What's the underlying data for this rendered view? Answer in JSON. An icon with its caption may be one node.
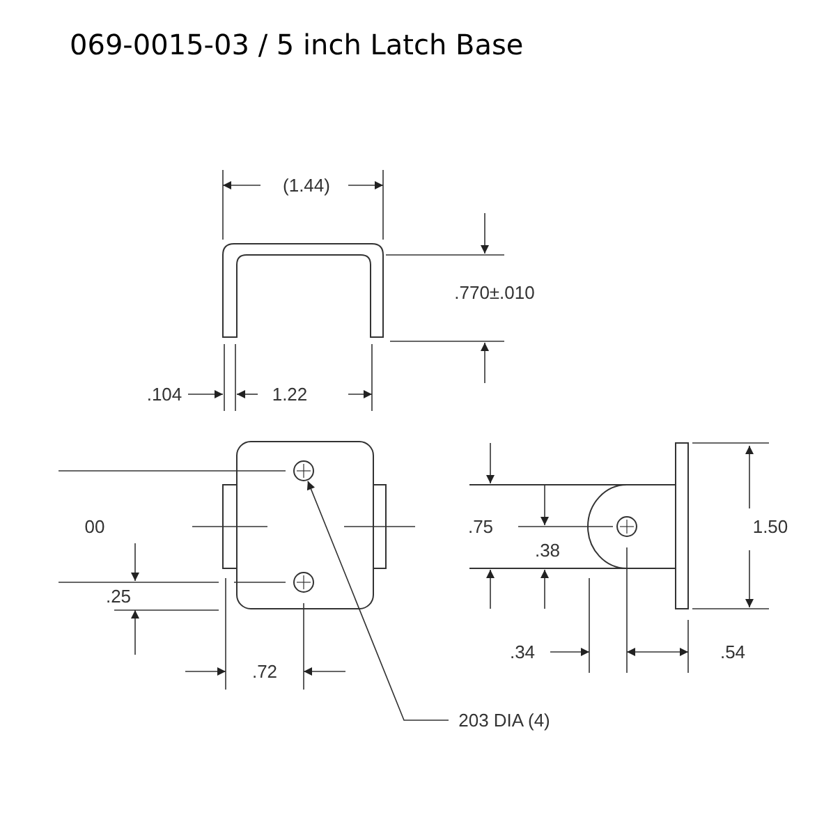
{
  "diagram": {
    "title": "069-0015-03 / 5 inch Latch Base",
    "nodes": [
      {
        "text": [
          "203 DIA (4)"
        ]
      },
      {
        "text": [],
        "shape": "circle"
      }
    ],
    "edges": [
      {
        "from": 0,
        "to": 1,
        "arrow": "to"
      }
    ],
    "labels": [
      "(1.44)",
      ".770±.010",
      ".104",
      "1.22",
      "00",
      ".25",
      ".72",
      ".75",
      ".38",
      "1.50",
      ".34",
      ".54"
    ]
  }
}
